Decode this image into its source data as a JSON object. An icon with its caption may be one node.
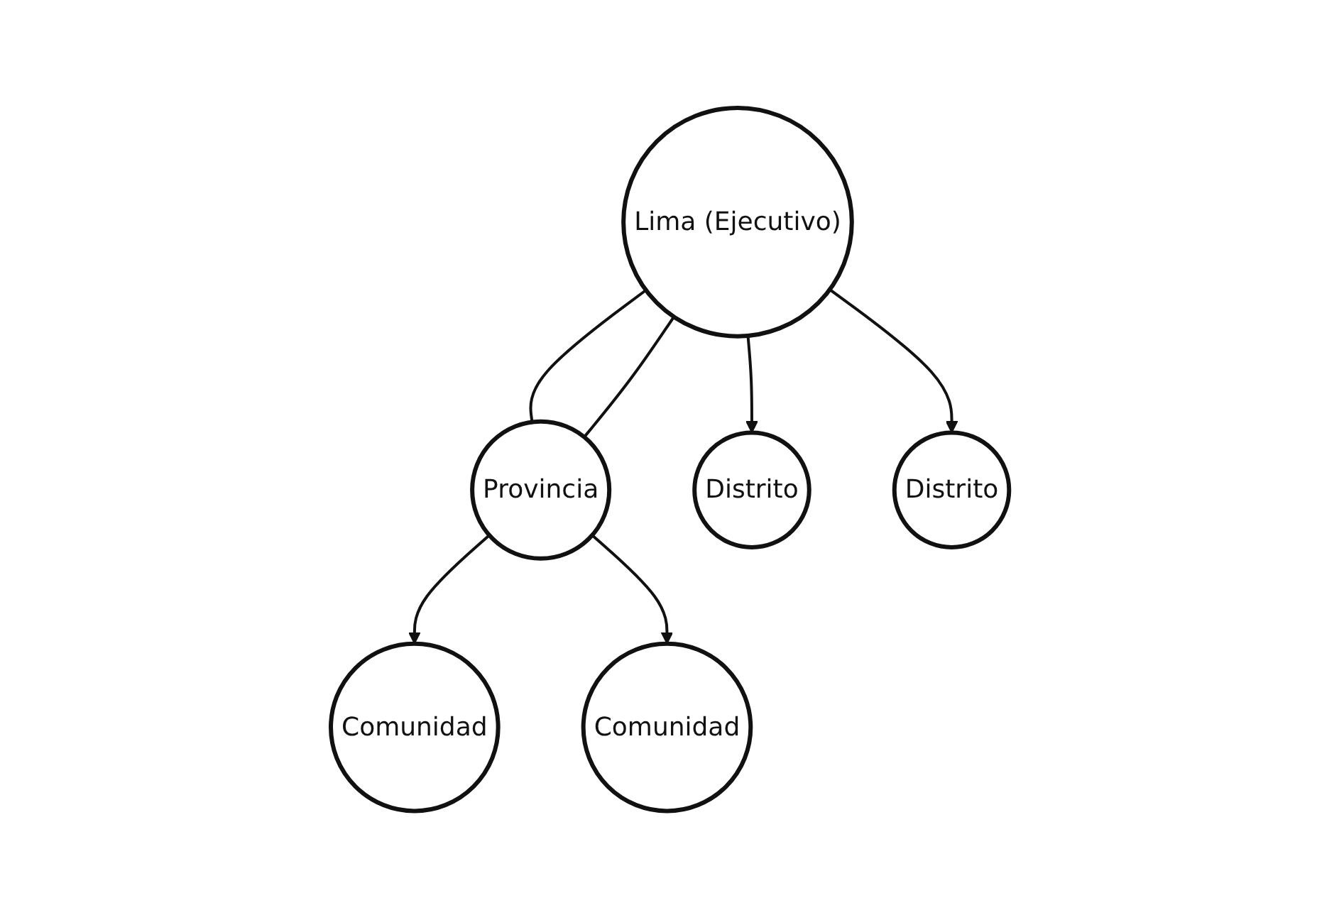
{
  "diagram": {
    "nodes": [
      {
        "text": [
          "Lima (Ejecutivo)"
        ]
      },
      {
        "text": [
          "Provincia"
        ]
      },
      {
        "text": [
          "Distrito"
        ]
      },
      {
        "text": [
          "Distrito"
        ]
      },
      {
        "text": [
          "Comunidad"
        ]
      },
      {
        "text": [
          "Comunidad"
        ]
      }
    ],
    "edges": [
      {
        "from": 0,
        "to": 2,
        "arrow": "to"
      },
      {
        "from": 0,
        "to": 1,
        "arrow": "none"
      },
      {
        "from": 0,
        "to": 1,
        "arrow": "none"
      },
      {
        "from": 0,
        "to": 3,
        "arrow": "to"
      },
      {
        "from": 1,
        "to": 4,
        "arrow": "to"
      },
      {
        "from": 1,
        "to": 5,
        "arrow": "to"
      }
    ]
  }
}
